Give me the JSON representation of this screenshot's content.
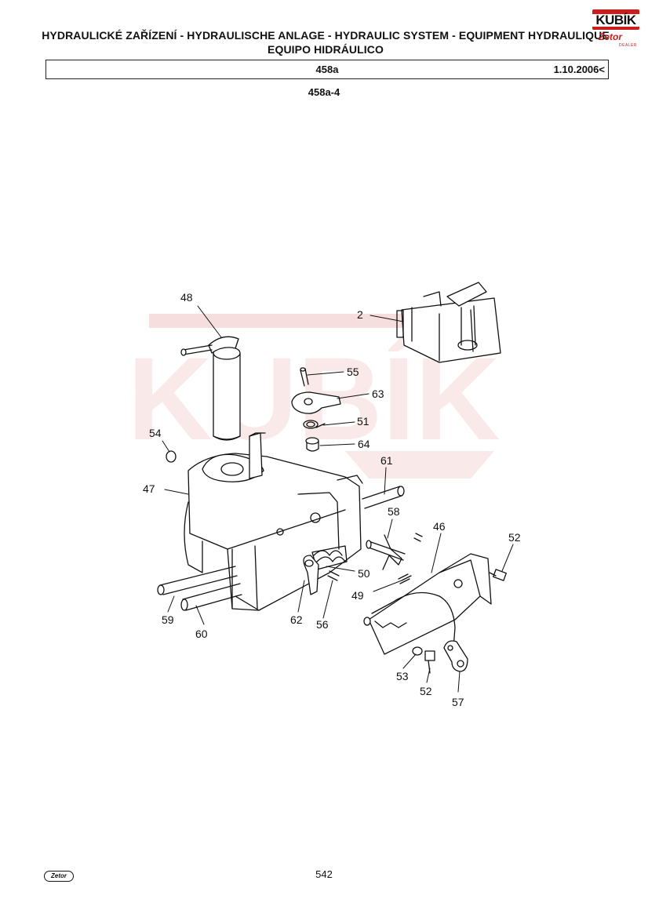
{
  "header": {
    "title_line1": "HYDRAULICKÉ ZAŘÍZENÍ - HYDRAULISCHE ANLAGE - HYDRAULIC SYSTEM - EQUIPMENT HYDRAULIQUE",
    "title_line2": "EQUIPO HIDRÁULICO",
    "section_code": "458a",
    "date": "1.10.2006<",
    "sub_code": "458a-4"
  },
  "logo": {
    "name": "KUBÍK",
    "brand": "Zetor",
    "tag": "DEALER"
  },
  "watermark": {
    "text": "KUBÍK",
    "color": "#f2c4c4"
  },
  "parts": [
    {
      "id": "48",
      "label": "48"
    },
    {
      "id": "2",
      "label": "2"
    },
    {
      "id": "55",
      "label": "55"
    },
    {
      "id": "63",
      "label": "63"
    },
    {
      "id": "54",
      "label": "54"
    },
    {
      "id": "51",
      "label": "51"
    },
    {
      "id": "64",
      "label": "64"
    },
    {
      "id": "61",
      "label": "61"
    },
    {
      "id": "47",
      "label": "47"
    },
    {
      "id": "58",
      "label": "58"
    },
    {
      "id": "46",
      "label": "46"
    },
    {
      "id": "52a",
      "label": "52"
    },
    {
      "id": "50",
      "label": "50"
    },
    {
      "id": "49",
      "label": "49"
    },
    {
      "id": "59",
      "label": "59"
    },
    {
      "id": "60",
      "label": "60"
    },
    {
      "id": "62",
      "label": "62"
    },
    {
      "id": "56",
      "label": "56"
    },
    {
      "id": "53",
      "label": "53"
    },
    {
      "id": "52b",
      "label": "52"
    },
    {
      "id": "57",
      "label": "57"
    }
  ],
  "footer": {
    "page": "542",
    "logo": "Zetor"
  },
  "colors": {
    "accent": "#c81e1e",
    "line": "#111111"
  }
}
